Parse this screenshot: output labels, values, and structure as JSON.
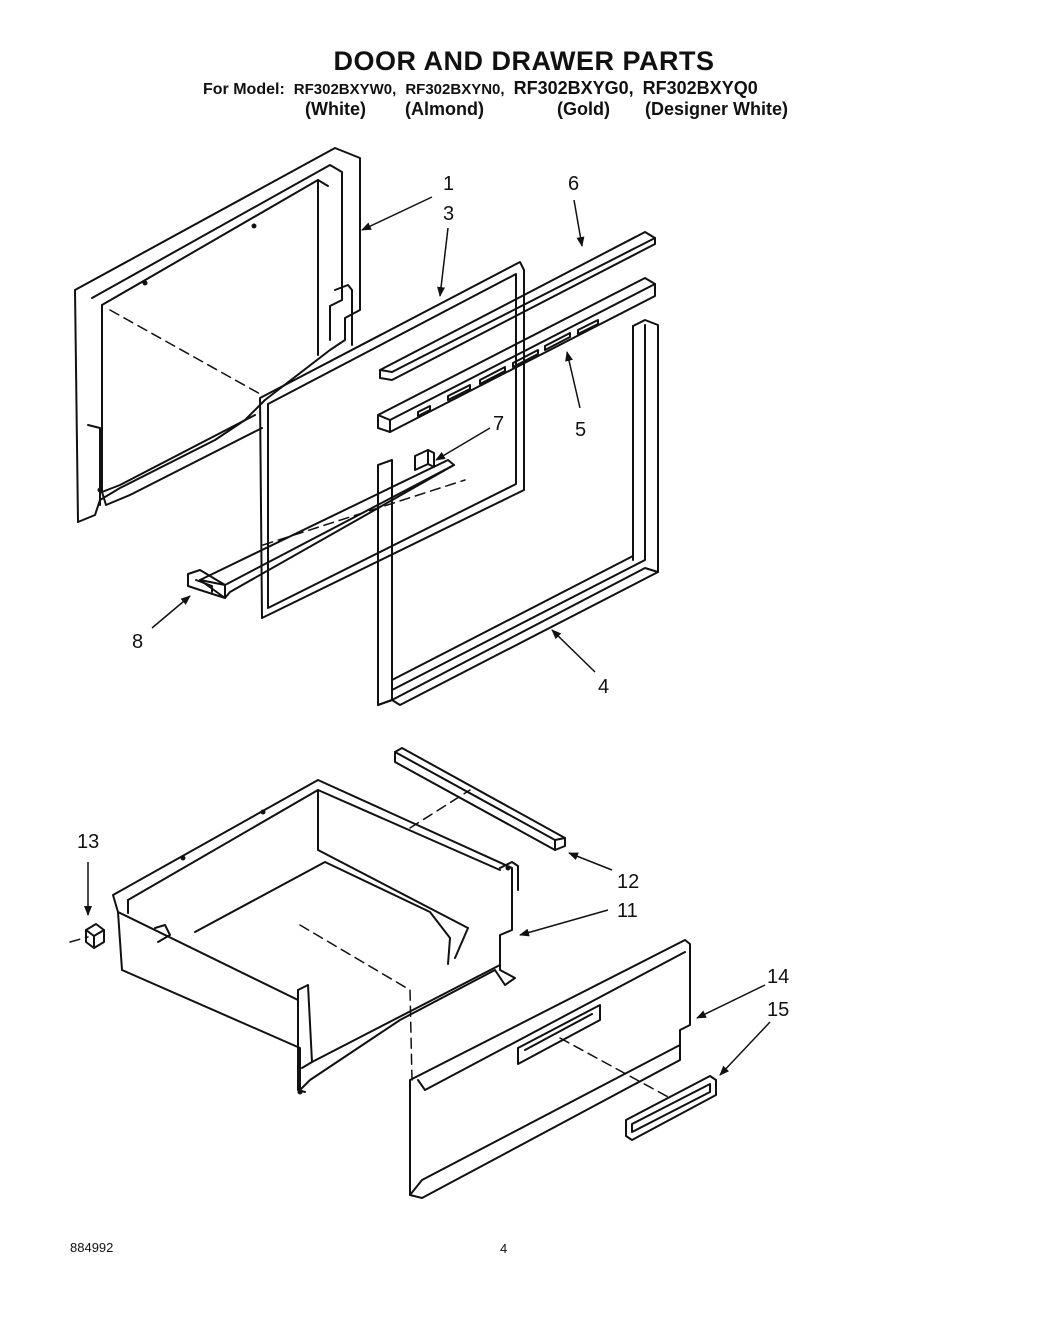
{
  "header": {
    "title": "DOOR AND DRAWER PARTS",
    "model_prefix": "For Model:",
    "models": [
      "RF302BXYW0,",
      "RF302BXYN0,",
      "RF302BXYG0,",
      "RF302BXYQ0"
    ],
    "colors": [
      "(White)",
      "(Almond)",
      "(Gold)",
      "(Designer White)"
    ]
  },
  "callouts": {
    "c1": "1",
    "c3": "3",
    "c6": "6",
    "c5": "5",
    "c7": "7",
    "c8": "8",
    "c4": "4",
    "c13": "13",
    "c12": "12",
    "c11": "11",
    "c14": "14",
    "c15": "15"
  },
  "footer": {
    "code": "884992",
    "page": "4"
  }
}
